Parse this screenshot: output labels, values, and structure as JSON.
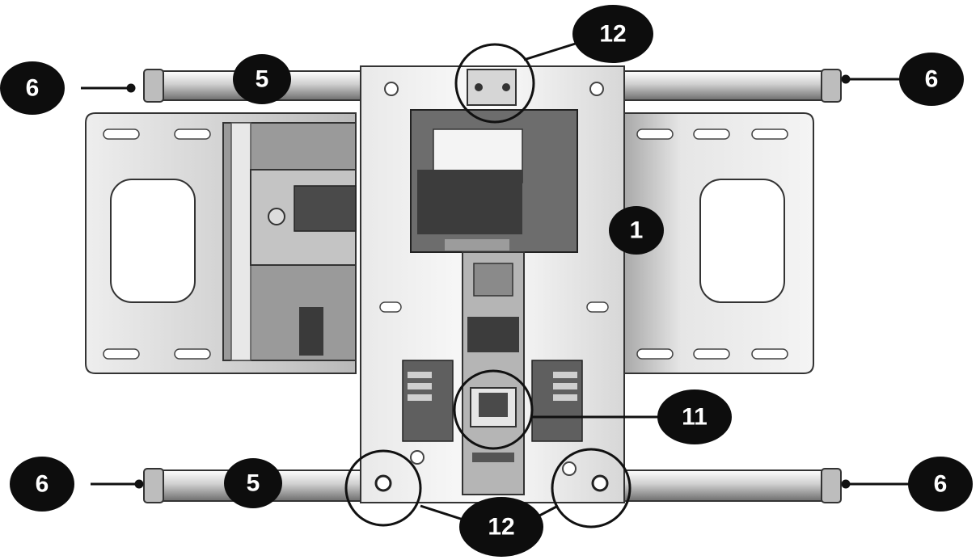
{
  "callouts": {
    "c1": "1",
    "c5_top": "5",
    "c5_bottom": "5",
    "c6_top_left": "6",
    "c6_top_right": "6",
    "c6_bottom_left": "6",
    "c6_bottom_right": "6",
    "c11": "11",
    "c12_top": "12",
    "c12_bottom": "12"
  },
  "colors": {
    "callout_fill": "#0d0d0d",
    "callout_text": "#ffffff",
    "metal_light": "#f2f2f2",
    "metal_mid": "#c8c8c8",
    "metal_dark": "#5a5a5a",
    "outline": "#222222"
  }
}
